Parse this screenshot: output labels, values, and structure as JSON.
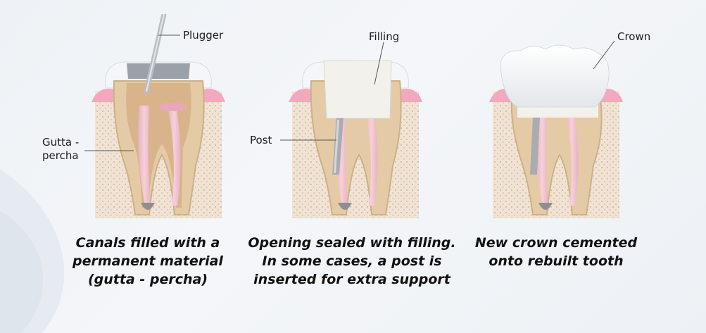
{
  "labels": {
    "plugger": "Plugger",
    "gutta_line1": "Gutta -",
    "gutta_line2": "percha",
    "filling": "Filling",
    "post": "Post",
    "crown": "Crown"
  },
  "captions": {
    "step1": [
      "Canals filled with a",
      "permanent material",
      "(gutta - percha)"
    ],
    "step2": [
      "Opening sealed with filling.",
      "In some cases, a post is",
      "inserted for extra support"
    ],
    "step3": [
      "New crown cemented",
      "onto rebuilt tooth"
    ]
  },
  "colors": {
    "gum_pink": "#f2a9bd",
    "bone": "#eee0cf",
    "dentin": "#e8cca8",
    "enamel": "#f4f6f8",
    "canal_pink": "#f3b9cb",
    "post_gray": "#a9adb1",
    "caption_text": "#111111"
  }
}
